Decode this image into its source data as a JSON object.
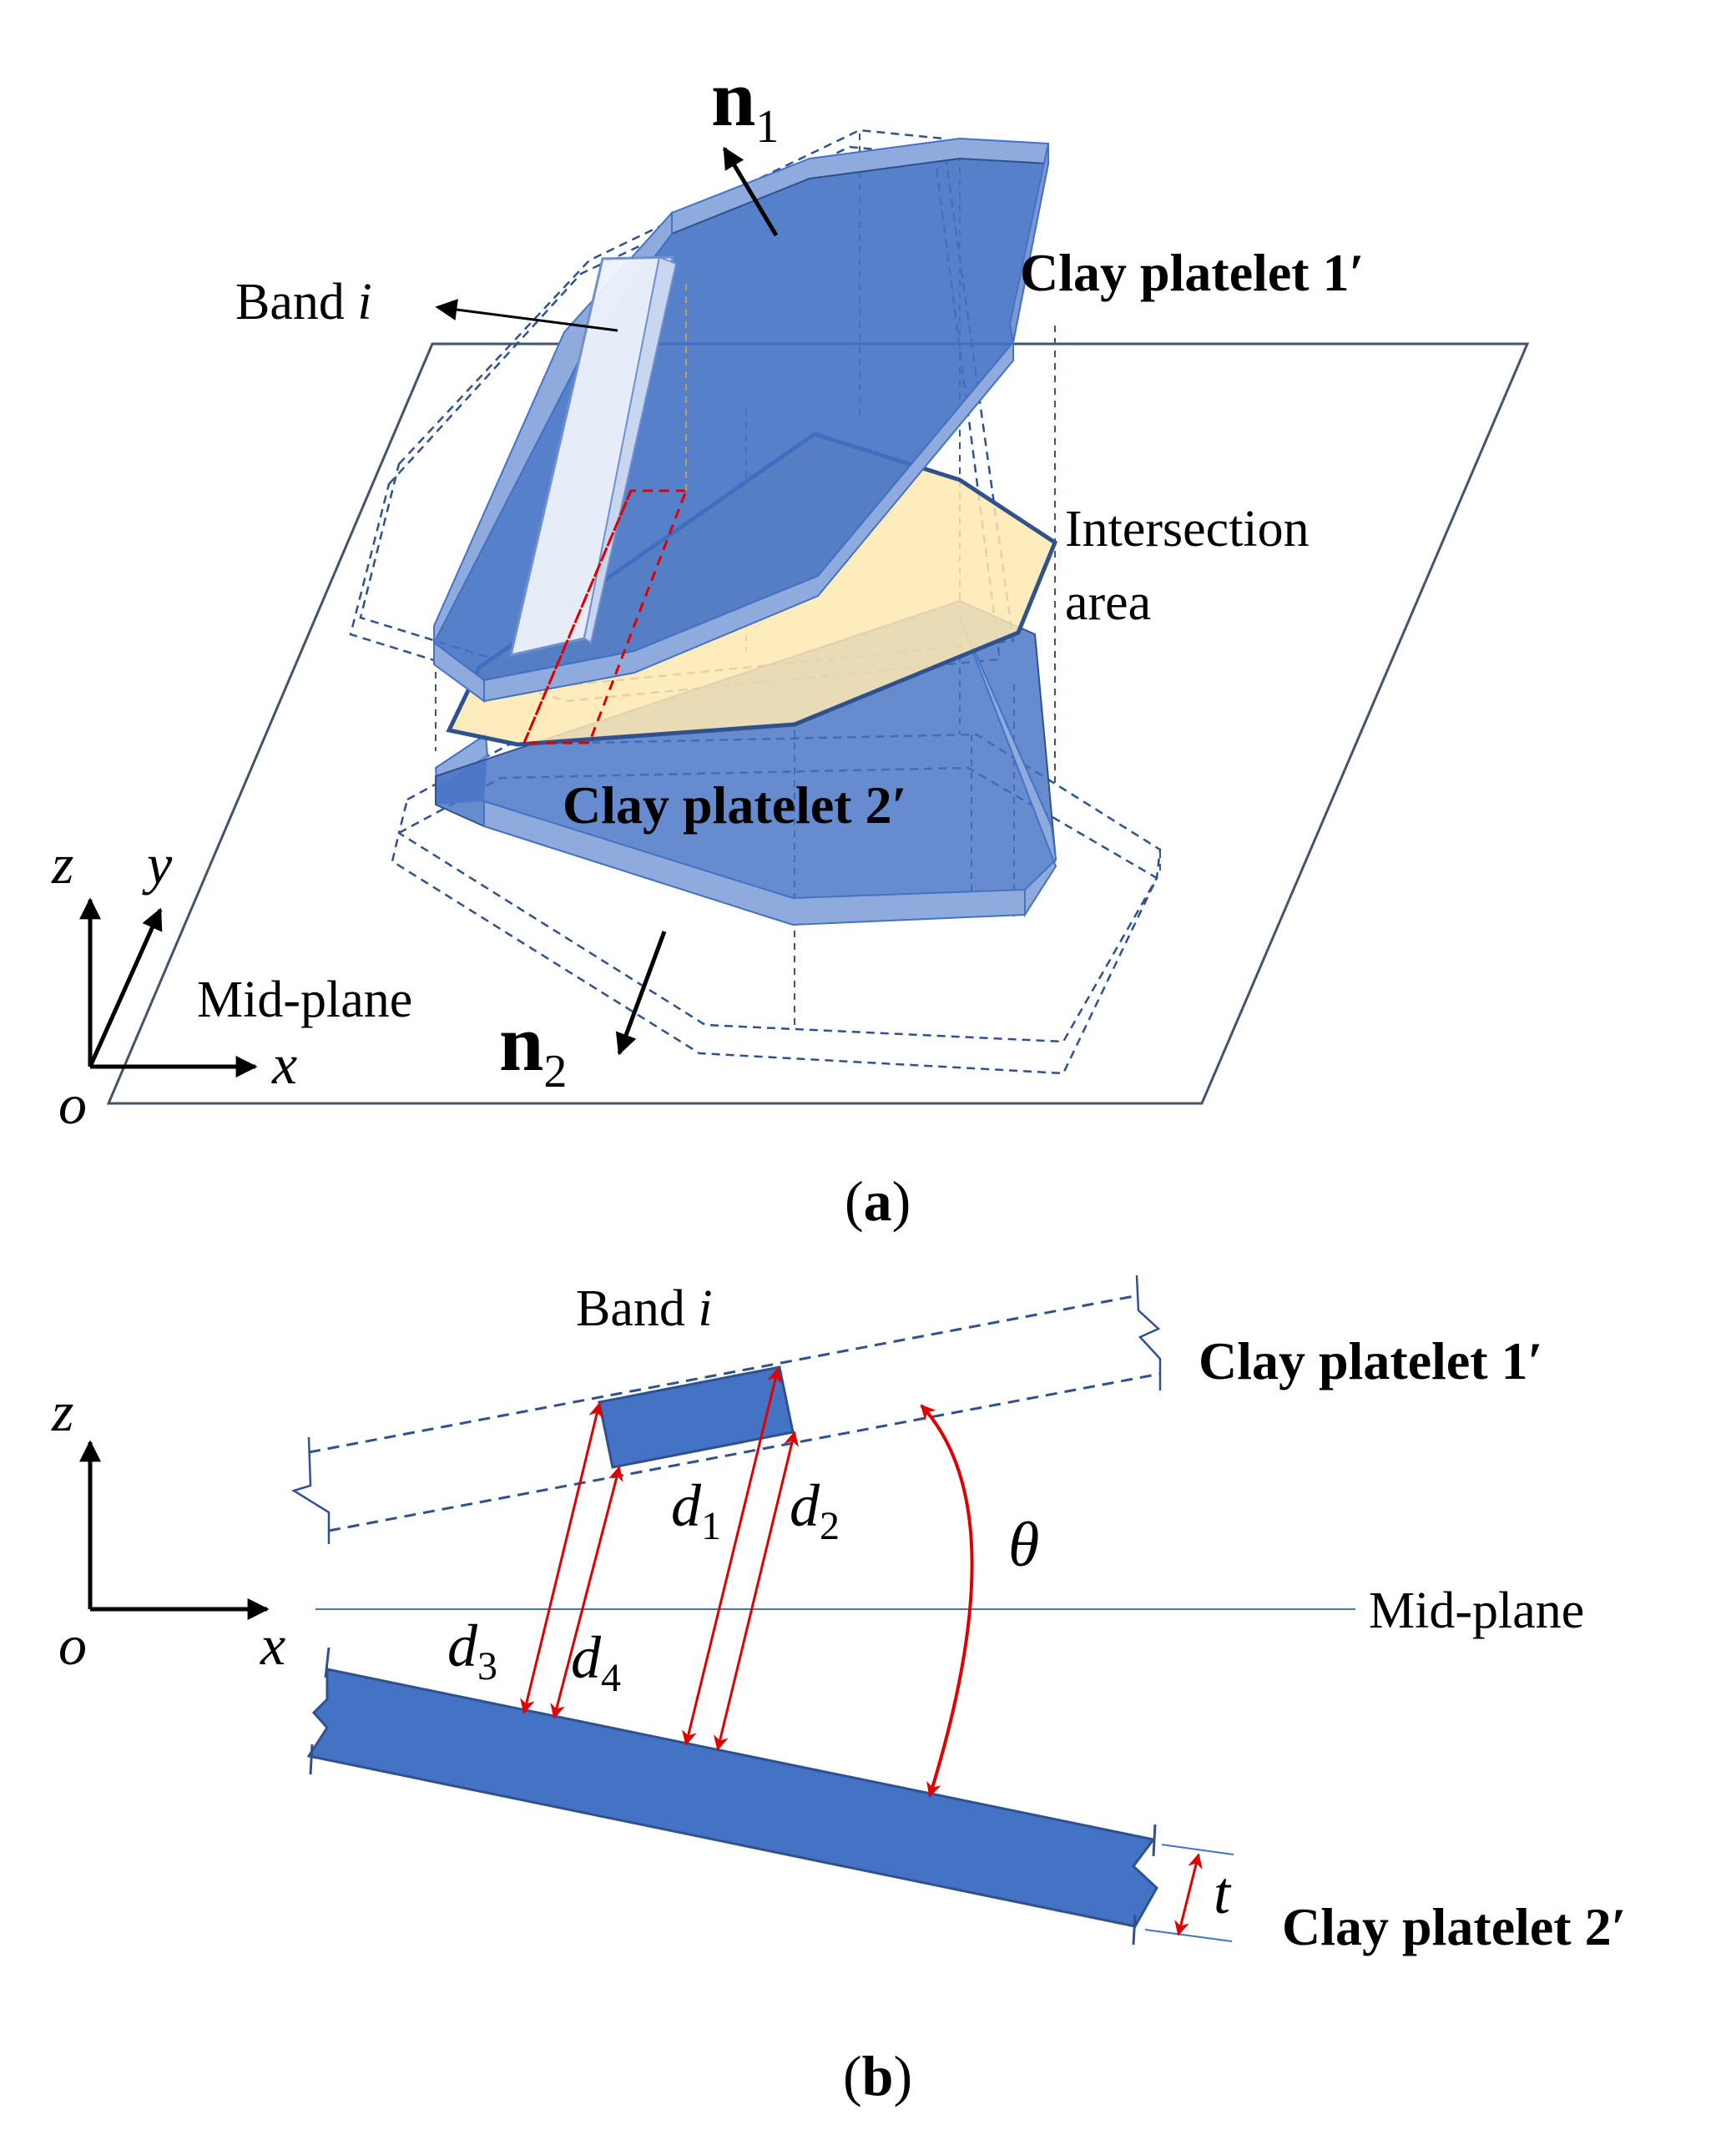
{
  "panel_a": {
    "caption_open": "(",
    "caption_letter": "a",
    "caption_close": ")",
    "normal_1": {
      "base": "n",
      "sub": "1"
    },
    "normal_2": {
      "base": "n",
      "sub": "2"
    },
    "band_label": {
      "text": "Band ",
      "var": "i"
    },
    "platelet_1": "Clay platelet 1′",
    "platelet_2": "Clay platelet 2′",
    "intersection_line1": "Intersection",
    "intersection_line2": "area",
    "mid_plane": "Mid-plane",
    "axis_z": "z",
    "axis_y": "y",
    "axis_x": "x",
    "origin": "o"
  },
  "panel_b": {
    "caption_open": "(",
    "caption_letter": "b",
    "caption_close": ")",
    "band_label": {
      "text": "Band ",
      "var": "i"
    },
    "platelet_1": "Clay platelet 1′",
    "platelet_2": "Clay platelet 2′",
    "mid_plane": "Mid-plane",
    "axis_z": "z",
    "axis_x": "x",
    "origin": "o",
    "d1": {
      "base": "d",
      "sub": "1"
    },
    "d2": {
      "base": "d",
      "sub": "2"
    },
    "d3": {
      "base": "d",
      "sub": "3"
    },
    "d4": {
      "base": "d",
      "sub": "4"
    },
    "theta": "θ",
    "thickness": "t"
  },
  "colors": {
    "platelet_blue": "#4472C4",
    "platelet_edge": "#2F528F",
    "intersection_fill": "#FFE9B0",
    "dimension_red": "#E00000",
    "band_highlight": "#EEF2FB"
  }
}
